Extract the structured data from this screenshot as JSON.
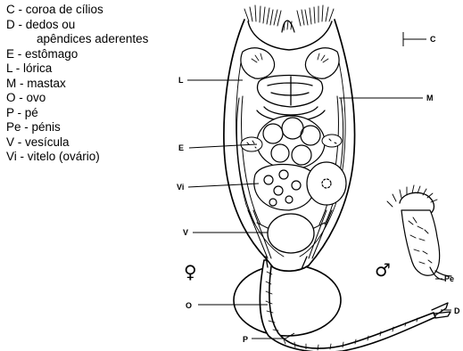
{
  "legend": [
    {
      "code": "C",
      "text": "coroa de cílios"
    },
    {
      "code": "D",
      "text": "dedos ou",
      "continuation": "apêndices aderentes"
    },
    {
      "code": "E",
      "text": "estômago"
    },
    {
      "code": "L",
      "text": "lórica"
    },
    {
      "code": "M",
      "text": "mastax"
    },
    {
      "code": "O",
      "text": "ovo"
    },
    {
      "code": "P",
      "text": "pé"
    },
    {
      "code": "Pe",
      "text": "pénis"
    },
    {
      "code": "V",
      "text": "vesícula"
    },
    {
      "code": "Vi",
      "text": "vitelo (ovário)"
    }
  ],
  "callouts": {
    "C": "C",
    "L": "L",
    "M": "M",
    "E": "E",
    "Vi": "Vi",
    "V": "V",
    "O": "O",
    "P": "P",
    "Pe": "Pe",
    "D": "D"
  },
  "symbols": {
    "female": "♀",
    "male": "♂"
  }
}
